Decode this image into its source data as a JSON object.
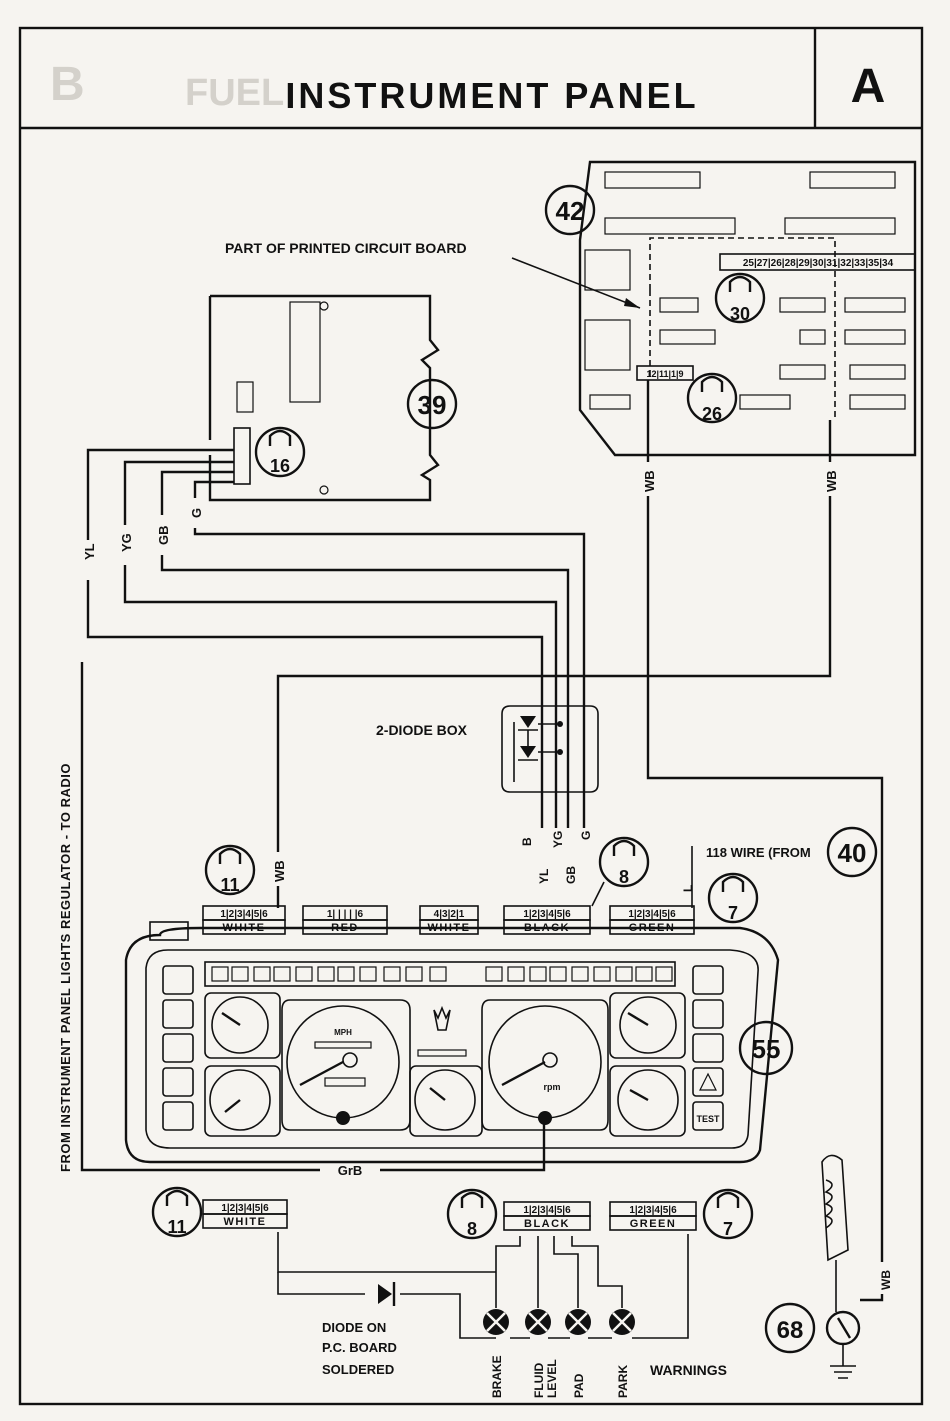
{
  "title": "INSTRUMENT PANEL",
  "page_letter": "A",
  "faded_letter": "B",
  "faded_title": "FUEL",
  "callouts": {
    "c42": "42",
    "c39": "39",
    "c16": "16",
    "c30": "30",
    "c26": "26",
    "c11_top": "11",
    "c8_top": "8",
    "c7_top": "7",
    "c40": "40",
    "c55": "55",
    "c11_bot": "11",
    "c8_bot": "8",
    "c7_bot": "7",
    "c68": "68"
  },
  "labels": {
    "pcb_part": "PART OF PRINTED CIRCUIT BOARD",
    "diode_box": "2-DIODE BOX",
    "wire_118": "118 WIRE (FROM",
    "side_note": "FROM INSTRUMENT PANEL LIGHTS REGULATOR - TO RADIO",
    "diode_pcb_1": "DIODE ON",
    "diode_pcb_2": "P.C. BOARD",
    "diode_pcb_3": "SOLDERED",
    "warnings": "WARNINGS"
  },
  "pcb_pins_30": "25|27|26|28|29|30|31|32|33|35|34",
  "pcb_pins_26": "12|11|1|9",
  "wires": {
    "YL": "YL",
    "YG": "YG",
    "GB": "GB",
    "G": "G",
    "WB_a": "WB",
    "WB_b": "WB",
    "WB_c": "WB",
    "B": "B",
    "YL2": "YL",
    "YG2": "YG",
    "GB2": "GB",
    "G2": "G",
    "L": "L",
    "GrB": "GrB",
    "WB_68": "WB"
  },
  "connectors_top": [
    {
      "pins": "1|2|3|4|5|6",
      "color": "WHITE"
    },
    {
      "pins": "1|     |     |     |     |6",
      "color": "RED"
    },
    {
      "pins": "4|3|2|1",
      "color": "WHITE"
    },
    {
      "pins": "1|2|3|4|5|6",
      "color": "BLACK"
    },
    {
      "pins": "1|2|3|4|5|6",
      "color": "GREEN"
    }
  ],
  "connectors_bottom": [
    {
      "pins": "1|2|3|4|5|6",
      "color": "WHITE"
    },
    {
      "pins": "1|2|3|4|5|6",
      "color": "BLACK"
    },
    {
      "pins": "1|2|3|4|5|6",
      "color": "GREEN"
    }
  ],
  "gauges": {
    "speedo_unit": "MPH",
    "tacho_unit": "rpm"
  },
  "button_test": "TEST",
  "warning_lamps": [
    "BRAKE",
    "FLUID LEVEL",
    "PAD",
    "PARK"
  ]
}
